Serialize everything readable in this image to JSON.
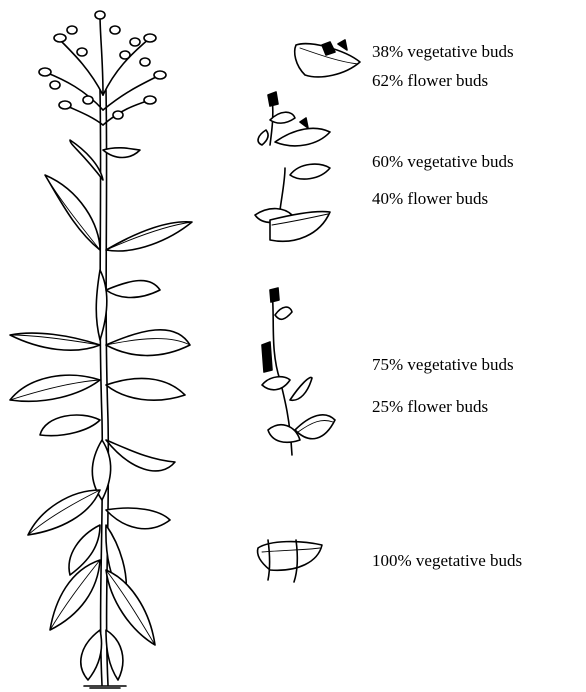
{
  "annotations": [
    {
      "vegetative": "38% vegetative buds",
      "flower": "62% flower buds"
    },
    {
      "vegetative": "60% vegetative buds",
      "flower": "40% flower buds"
    },
    {
      "vegetative": "75% vegetative buds",
      "flower": "25% flower buds"
    },
    {
      "vegetative": "100% vegetative buds"
    }
  ],
  "icons": [
    "plant-illustration",
    "cutting-illustration"
  ]
}
